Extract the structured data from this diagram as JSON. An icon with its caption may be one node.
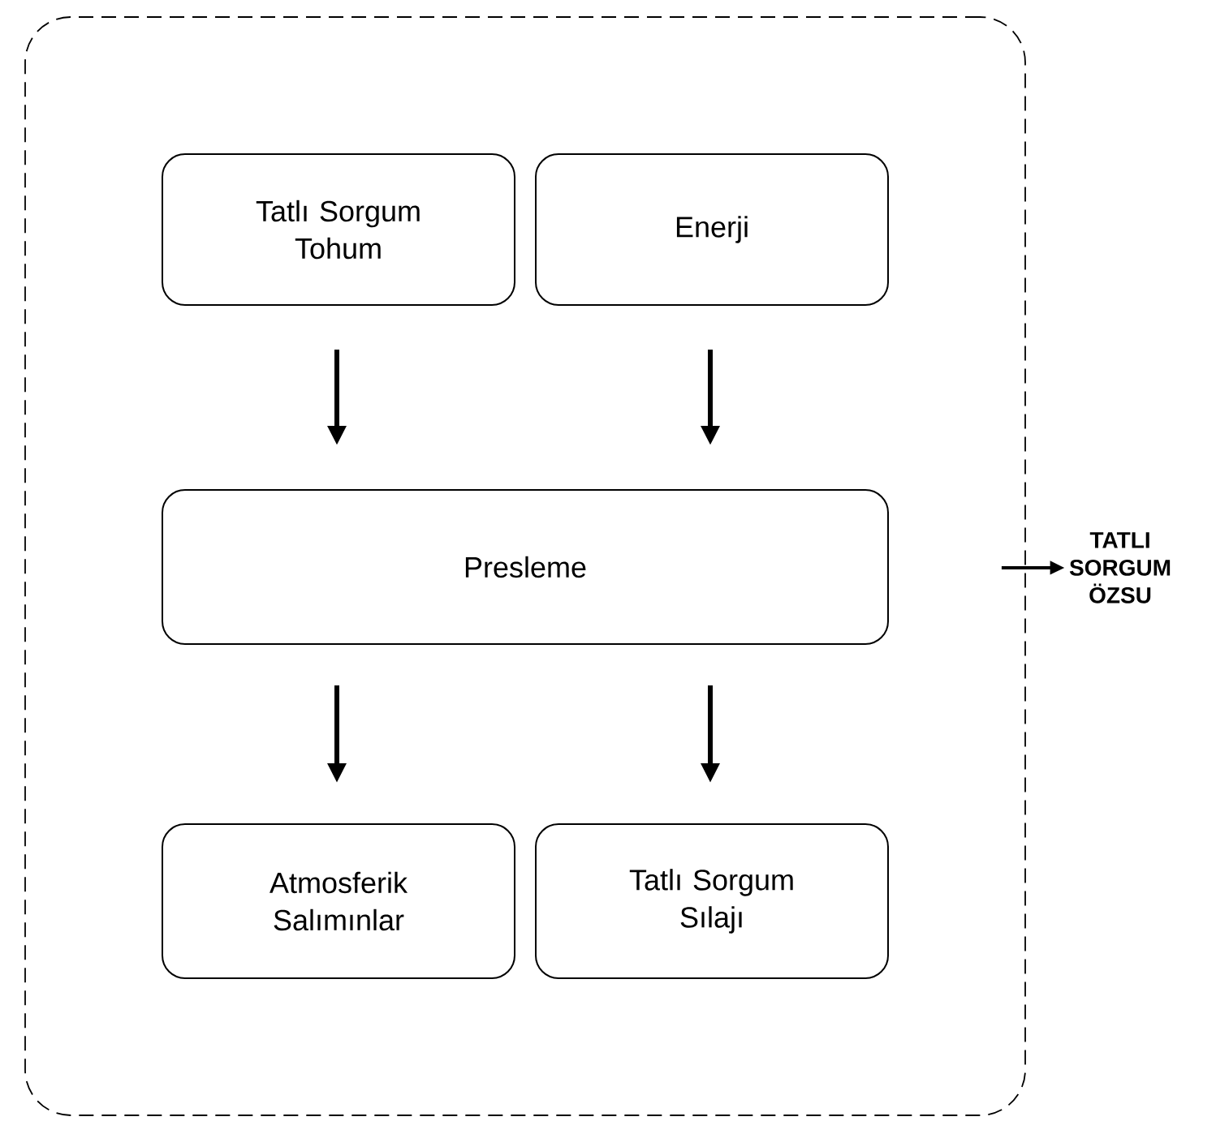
{
  "diagram": {
    "nodes": [
      {
        "text": [],
        "shape": "box"
      },
      {
        "text": [
          "Tatlı Sorgum Tohum"
        ],
        "in": 0
      },
      {
        "text": [
          "Enerji"
        ],
        "in": 0
      },
      {
        "text": [
          "Presleme"
        ],
        "in": 0
      },
      {
        "text": [
          "Atmosferik Salımınlar"
        ],
        "in": 0
      },
      {
        "text": [
          "Tatlı Sorgum Sılajı"
        ],
        "in": 0
      },
      {
        "text": [
          "TATLI SORGUM ÖZSU"
        ]
      }
    ],
    "edges": [
      {
        "from": 1,
        "to": 3,
        "arrow": "to"
      },
      {
        "from": 2,
        "to": 3,
        "arrow": "to"
      },
      {
        "from": 3,
        "to": 4,
        "arrow": "to"
      },
      {
        "from": 3,
        "to": 5,
        "arrow": "to"
      },
      {
        "from": 0,
        "to": 6,
        "arrow": "to"
      }
    ]
  }
}
